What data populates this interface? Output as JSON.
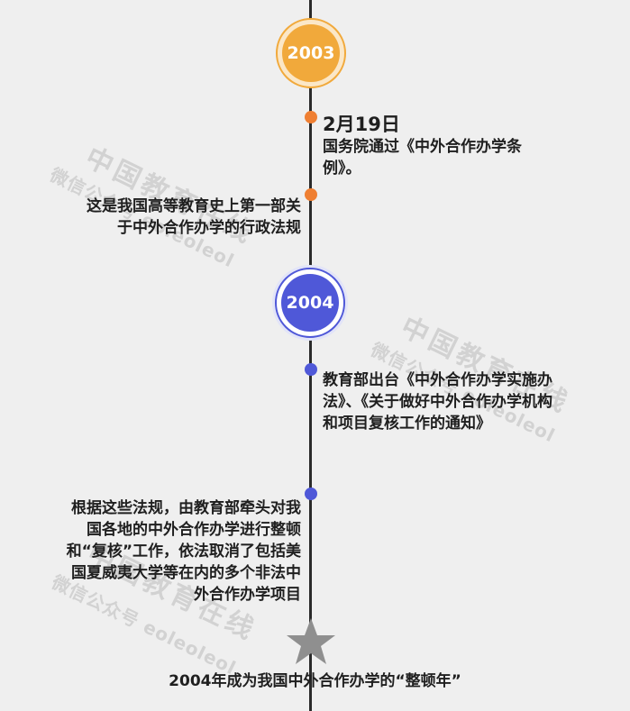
{
  "timeline": {
    "year1": {
      "label": "2003",
      "color": "#f1a93b"
    },
    "event1_date": "2月19日",
    "event1_text": "国务院通过《中外合作办学条例》。",
    "event2_text": "这是我国高等教育史上第一部关于中外合作办学的行政法规",
    "year2": {
      "label": "2004",
      "color": "#4f58d8"
    },
    "event3_text": "教育部出台《中外合作办学实施办法》、《关于做好中外合作办学机构和项目复核工作的通知》",
    "event4_text": "根据这些法规，由教育部牵头对我国各地的中外合作办学进行整顿和“复核”工作，依法取消了包括美国夏威夷大学等在内的多个非法中外合作办学项目",
    "conclusion": "2004年成为我国中外合作办学的“整顿年”"
  },
  "watermark": {
    "main": "中国教育在线",
    "sub": "微信公众号 eoleoleol"
  },
  "colors": {
    "orange": "#f1a93b",
    "blue": "#4f58d8",
    "dot_orange": "#ef7f32",
    "dot_blue": "#4f58d8",
    "star": "#8f8f8f"
  }
}
